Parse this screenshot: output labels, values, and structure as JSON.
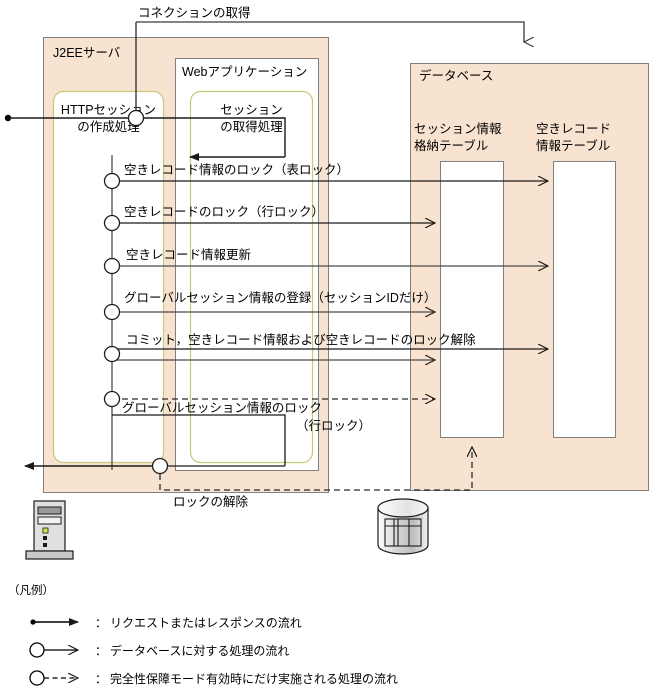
{
  "diagram": {
    "title_top_flow": "コネクションの取得",
    "containers": [
      {
        "id": "j2ee-server",
        "label": "J2EEサーバ"
      },
      {
        "id": "web-application",
        "label": "Webアプリケーション"
      },
      {
        "id": "database",
        "label": "データベース"
      }
    ],
    "process_boxes": [
      {
        "id": "http-session-create",
        "label_line1": "HTTPセッション",
        "label_line2": "の作成処理"
      },
      {
        "id": "session-acquire",
        "label_line1": "セッション",
        "label_line2": "の取得処理"
      }
    ],
    "db_tables": [
      {
        "id": "session-info-table",
        "label_line1": "セッション情報",
        "label_line2": "格納テーブル"
      },
      {
        "id": "free-record-info-table",
        "label_line1": "空きレコード",
        "label_line2": "情報テーブル"
      }
    ],
    "flow_steps": [
      {
        "id": "step-1",
        "label": "空きレコード情報のロック（表ロック）",
        "style": "solid",
        "target": "free-record-info-table"
      },
      {
        "id": "step-2",
        "label": "空きレコードのロック（行ロック）",
        "style": "solid",
        "target": "session-info-table"
      },
      {
        "id": "step-3",
        "label": "空きレコード情報更新",
        "style": "solid",
        "target": "free-record-info-table"
      },
      {
        "id": "step-4",
        "label": "グローバルセッション情報の登録（セッションIDだけ）",
        "style": "solid",
        "target": "session-info-table"
      },
      {
        "id": "step-5",
        "label": "コミット，空きレコード情報および空きレコードのロック解除",
        "style": "solid",
        "target": "both"
      },
      {
        "id": "step-6",
        "label": "グローバルセッション情報のロック",
        "label2": "（行ロック）",
        "style": "dashed",
        "target": "session-info-table"
      }
    ],
    "unlock_label": "ロックの解除",
    "icons": [
      {
        "id": "client-pc-icon",
        "name": "desktop-computer-icon"
      },
      {
        "id": "database-cylinder-icon",
        "name": "database-cylinder-icon"
      }
    ]
  },
  "legend": {
    "heading": "（凡例）",
    "items": [
      {
        "id": "legend-request",
        "symbol": "dot-solid-arrow",
        "separator": "：",
        "label": "リクエストまたはレスポンスの流れ"
      },
      {
        "id": "legend-db-flow",
        "symbol": "circle-solid-openarrow",
        "separator": "：",
        "label": "データベースに対する処理の流れ"
      },
      {
        "id": "legend-integrity-flow",
        "symbol": "circle-dashed-openarrow",
        "separator": "：",
        "label": "完全性保障モード有効時にだけ実施される処理の流れ"
      }
    ]
  },
  "colors": {
    "container_fill": "#f8e3d0",
    "inner_fill": "#ffffff",
    "border_gray": "#808080",
    "border_olive": "#c8c87a",
    "line_dark": "#2b2b2b"
  }
}
